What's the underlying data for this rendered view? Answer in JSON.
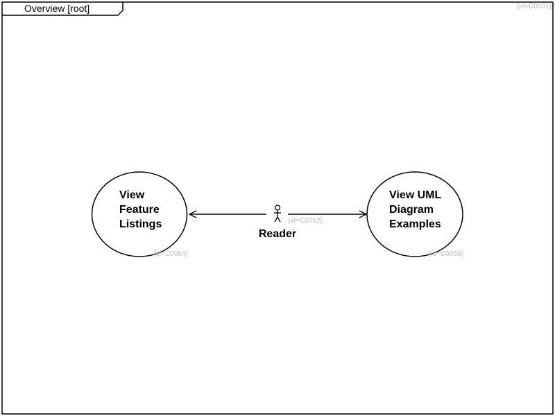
{
  "frame": {
    "title": "Overview [root]",
    "id_tag": "{id=D0001}"
  },
  "actor": {
    "name": "Reader",
    "id_tag": "{id=C0062}"
  },
  "use_cases": [
    {
      "lines": [
        "View",
        "Feature",
        "Listings"
      ],
      "id_tag": "{id=C0064}"
    },
    {
      "lines": [
        "View UML",
        "Diagram",
        "Examples"
      ],
      "id_tag": "{id=C0063}"
    }
  ],
  "colors": {
    "stroke": "#000000",
    "id_tag": "#bdbdbd",
    "background": "#ffffff"
  }
}
